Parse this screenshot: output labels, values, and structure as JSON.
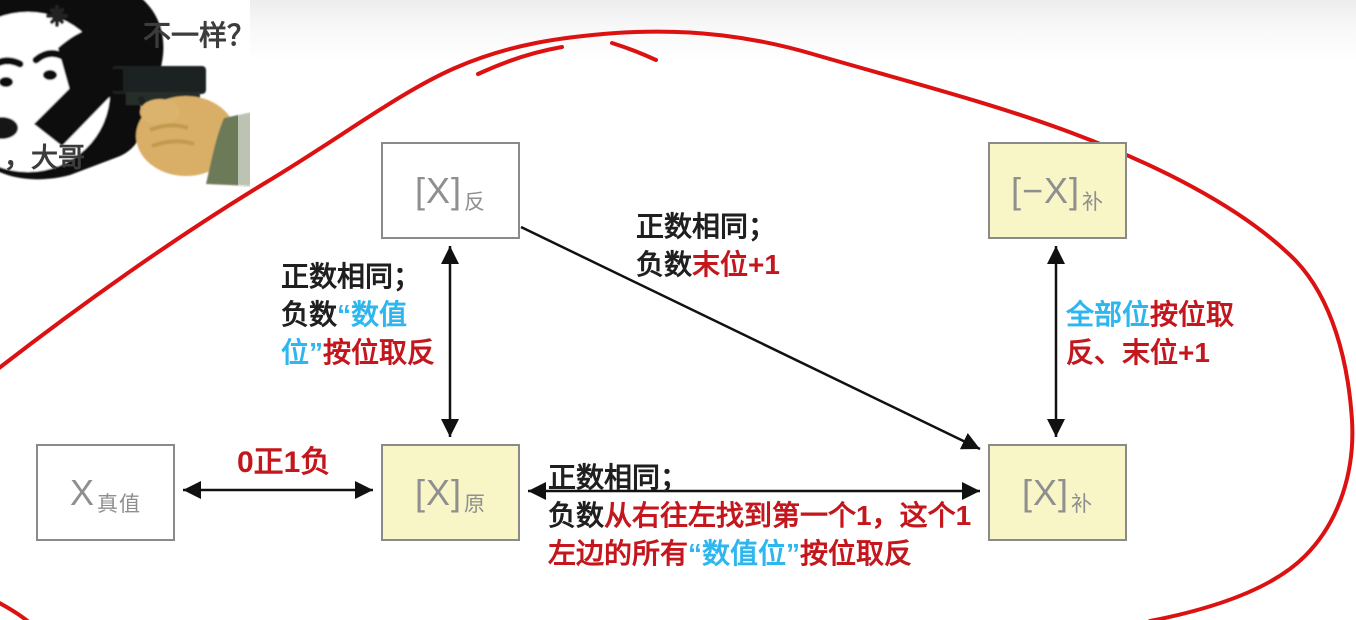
{
  "title": "原码反码补码转换关系图",
  "palette": {
    "annotation_black": "#1f1f1f",
    "annotation_red": "#c3161d",
    "annotation_cyan": "#2eb6ef",
    "hand_drawn_loop_red": "#dc1112",
    "box_yellow": "#f8f5c6",
    "box_border_gray": "#8a8a8a",
    "box_text_gray": "#8f8f8f"
  },
  "meme": {
    "caption_top": "不一样？",
    "caption_bottom": "，大哥"
  },
  "boxes": [
    {
      "id": "fan",
      "main": "[X]",
      "sub": "反"
    },
    {
      "id": "negbu",
      "main": "[−X]",
      "sub": "补"
    },
    {
      "id": "zhen",
      "main": "X",
      "sub": "真值"
    },
    {
      "id": "yuan",
      "main": "[X]",
      "sub": "原"
    },
    {
      "id": "bu",
      "main": "[X]",
      "sub": "补"
    }
  ],
  "annotations": {
    "left_vertical_note": {
      "lines": [
        [
          {
            "t": "正数相同；",
            "c": "black"
          }
        ],
        [
          {
            "t": "负数",
            "c": "black"
          },
          {
            "t": "“数值",
            "c": "cyan"
          }
        ],
        [
          {
            "t": "位”",
            "c": "cyan"
          },
          {
            "t": "按位取反",
            "c": "red"
          }
        ]
      ]
    },
    "diagonal_note": {
      "lines": [
        [
          {
            "t": "正数相同；",
            "c": "black"
          }
        ],
        [
          {
            "t": "负数",
            "c": "black"
          },
          {
            "t": "末位+1",
            "c": "red"
          }
        ]
      ]
    },
    "right_vertical_note": {
      "lines": [
        [
          {
            "t": "全部位",
            "c": "cyan"
          },
          {
            "t": "按位取",
            "c": "red"
          }
        ],
        [
          {
            "t": "反、末位+1",
            "c": "red"
          }
        ]
      ]
    },
    "truth_sign_note": {
      "lines": [
        [
          {
            "t": "0正1负",
            "c": "red"
          }
        ]
      ]
    },
    "bottom_note": {
      "lines": [
        [
          {
            "t": "正数相同；",
            "c": "black"
          }
        ],
        [
          {
            "t": "负数",
            "c": "black"
          },
          {
            "t": "从右往左找到第一个1，这个1",
            "c": "red"
          }
        ],
        [
          {
            "t": "左边的所有",
            "c": "red"
          },
          {
            "t": "“数值位”",
            "c": "cyan"
          },
          {
            "t": "按位取反",
            "c": "red"
          }
        ]
      ]
    }
  }
}
